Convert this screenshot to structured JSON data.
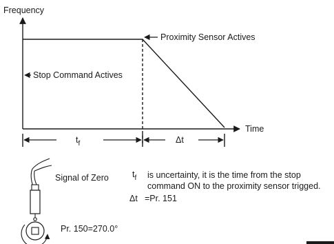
{
  "axes": {
    "y_label": "Frequency",
    "x_label": "Time"
  },
  "annotations": {
    "proximity": "Proximity Sensor Actives",
    "stop": "Stop Command Actives"
  },
  "intervals": {
    "tf_main": "t",
    "tf_sub": "f",
    "delta": "Δt"
  },
  "sensor": {
    "signal_label": "Signal of Zero",
    "pr150": "Pr. 150=270.0°"
  },
  "notes": {
    "tf_main": "t",
    "tf_sub": "f",
    "tf_line1": "is uncertainty, it is the time from the stop",
    "tf_line2": "command ON to the proximity sensor trigged.",
    "delta_sym": "Δt",
    "delta_text": "=Pr. 151"
  }
}
